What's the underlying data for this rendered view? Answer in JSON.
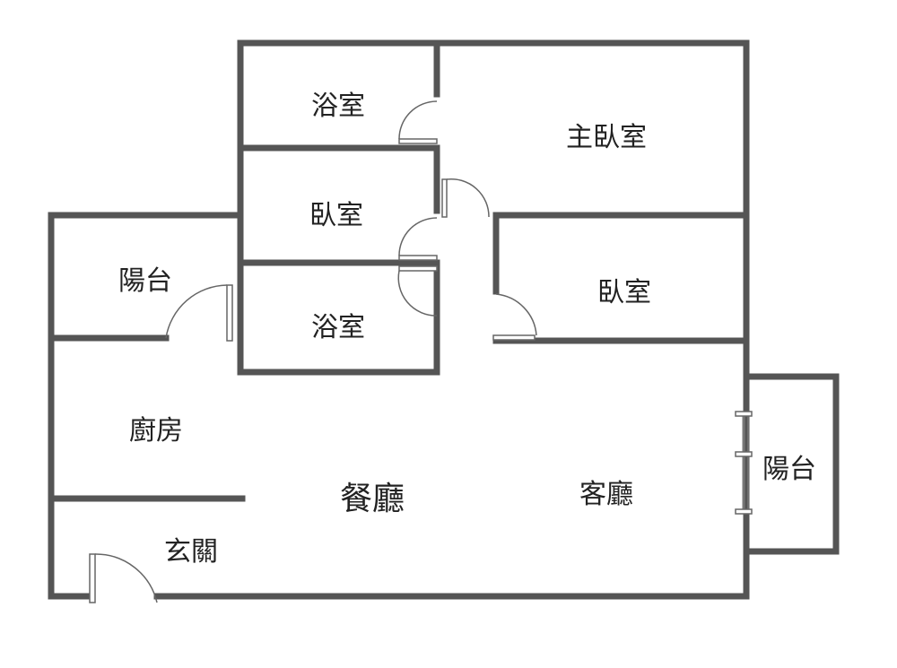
{
  "rooms": {
    "bath_top": "浴室",
    "master_bedroom": "主臥室",
    "bedroom_left": "臥室",
    "bath_bottom": "浴室",
    "bedroom_right": "臥室",
    "balcony_left": "陽台",
    "kitchen": "廚房",
    "dining": "餐廳",
    "living": "客廳",
    "balcony_right": "陽台",
    "entrance": "玄關"
  },
  "colors": {
    "wall": "#555555",
    "background": "#ffffff"
  }
}
